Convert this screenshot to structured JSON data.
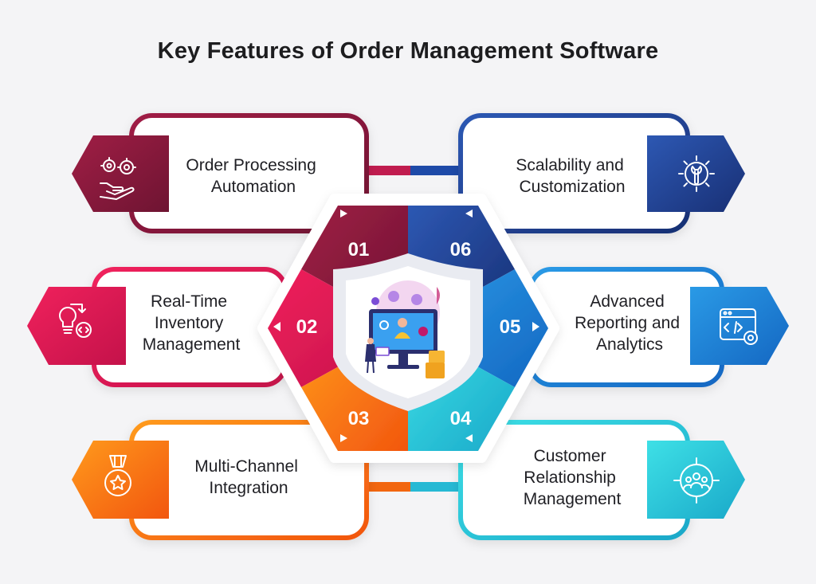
{
  "title": "Key Features of Order Management Software",
  "features": [
    {
      "number": "01",
      "label_lines": [
        "Order Processing",
        "Automation"
      ],
      "color": "#8a1a3c",
      "icon": "gears-hand-icon"
    },
    {
      "number": "02",
      "label_lines": [
        "Real-Time",
        "Inventory",
        "Management"
      ],
      "color": "#e11d55",
      "icon": "bulb-code-icon"
    },
    {
      "number": "03",
      "label_lines": [
        "Multi-Channel",
        "Integration"
      ],
      "color": "#f57c17",
      "icon": "medal-star-icon"
    },
    {
      "number": "04",
      "label_lines": [
        "Customer",
        "Relationship",
        "Management"
      ],
      "color": "#27c6d6",
      "icon": "target-users-icon"
    },
    {
      "number": "05",
      "label_lines": [
        "Advanced",
        "Reporting and",
        "Analytics"
      ],
      "color": "#1b84d8",
      "icon": "browser-code-gear-icon"
    },
    {
      "number": "06",
      "label_lines": [
        "Scalability and",
        "Customization"
      ],
      "color": "#1f3f8f",
      "icon": "gear-wrench-icon"
    }
  ]
}
